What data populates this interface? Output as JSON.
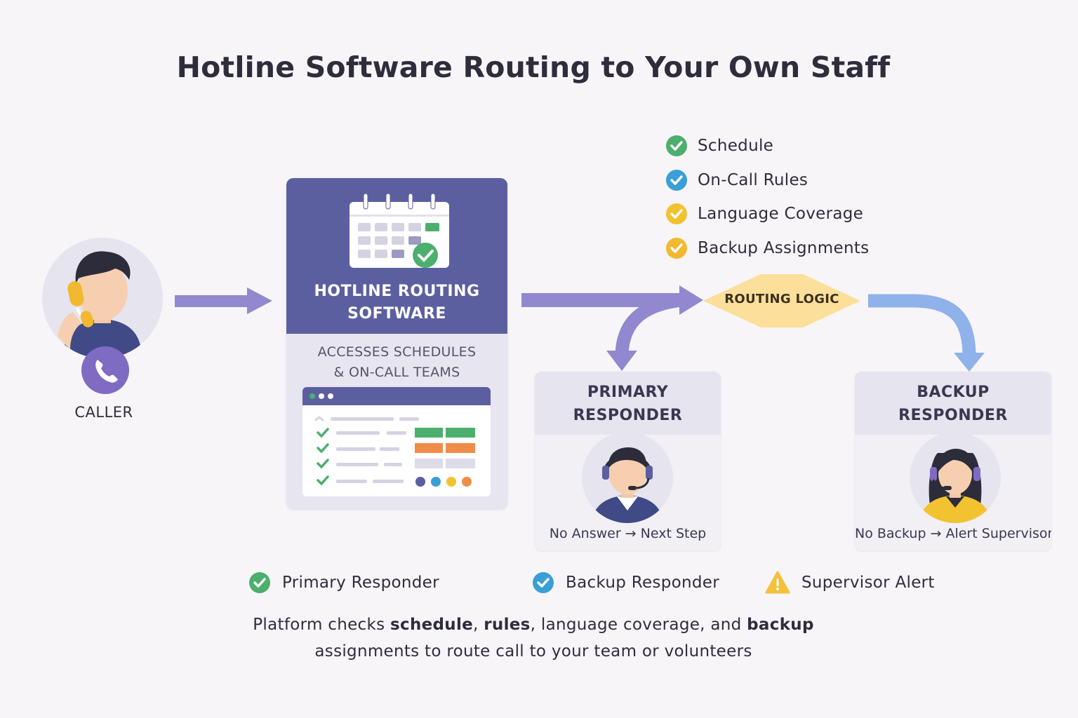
{
  "title": "Hotline Software Routing to Your Own Staff",
  "caller": {
    "label": "CALLER"
  },
  "software": {
    "title_line1": "HOTLINE ROUTING",
    "title_line2": "SOFTWARE",
    "subtitle_line1": "ACCESSES SCHEDULES",
    "subtitle_line2": "& ON-CALL TEAMS"
  },
  "checklist": [
    {
      "label": "Schedule",
      "color": "#4caf6e"
    },
    {
      "label": "On-Call Rules",
      "color": "#3a9fd8"
    },
    {
      "label": "Language Coverage",
      "color": "#f2c230"
    },
    {
      "label": "Backup Assignments",
      "color": "#f2b830"
    }
  ],
  "routing": {
    "label": "ROUTING LOGIC",
    "color": "#fbdf9a"
  },
  "primary": {
    "title_line1": "PRIMARY",
    "title_line2": "RESPONDER",
    "footer": "No Answer → Next Step"
  },
  "backup": {
    "title_line1": "BACKUP",
    "title_line2": "RESPONDER",
    "footer": "No Backup → Alert Supervisor"
  },
  "legend": [
    {
      "label": "Primary Responder",
      "icon": "green-check-icon",
      "color": "#4caf6e"
    },
    {
      "label": "Backup Responder",
      "icon": "blue-check-icon",
      "color": "#3a9fd8"
    },
    {
      "label": "Supervisor Alert",
      "icon": "warning-icon",
      "color": "#f5c03a"
    }
  ],
  "footer": {
    "part1": "Platform checks ",
    "bold1": "schedule",
    "part2": ", ",
    "bold2": "rules",
    "part3": ", language coverage, and ",
    "bold3": "backup",
    "line2": "assignments to route call to your team or volunteers"
  },
  "colors": {
    "accent_purple": "#5c5f9f",
    "arrow_purple": "#9188cf",
    "arrow_blue": "#8fb2ea"
  }
}
